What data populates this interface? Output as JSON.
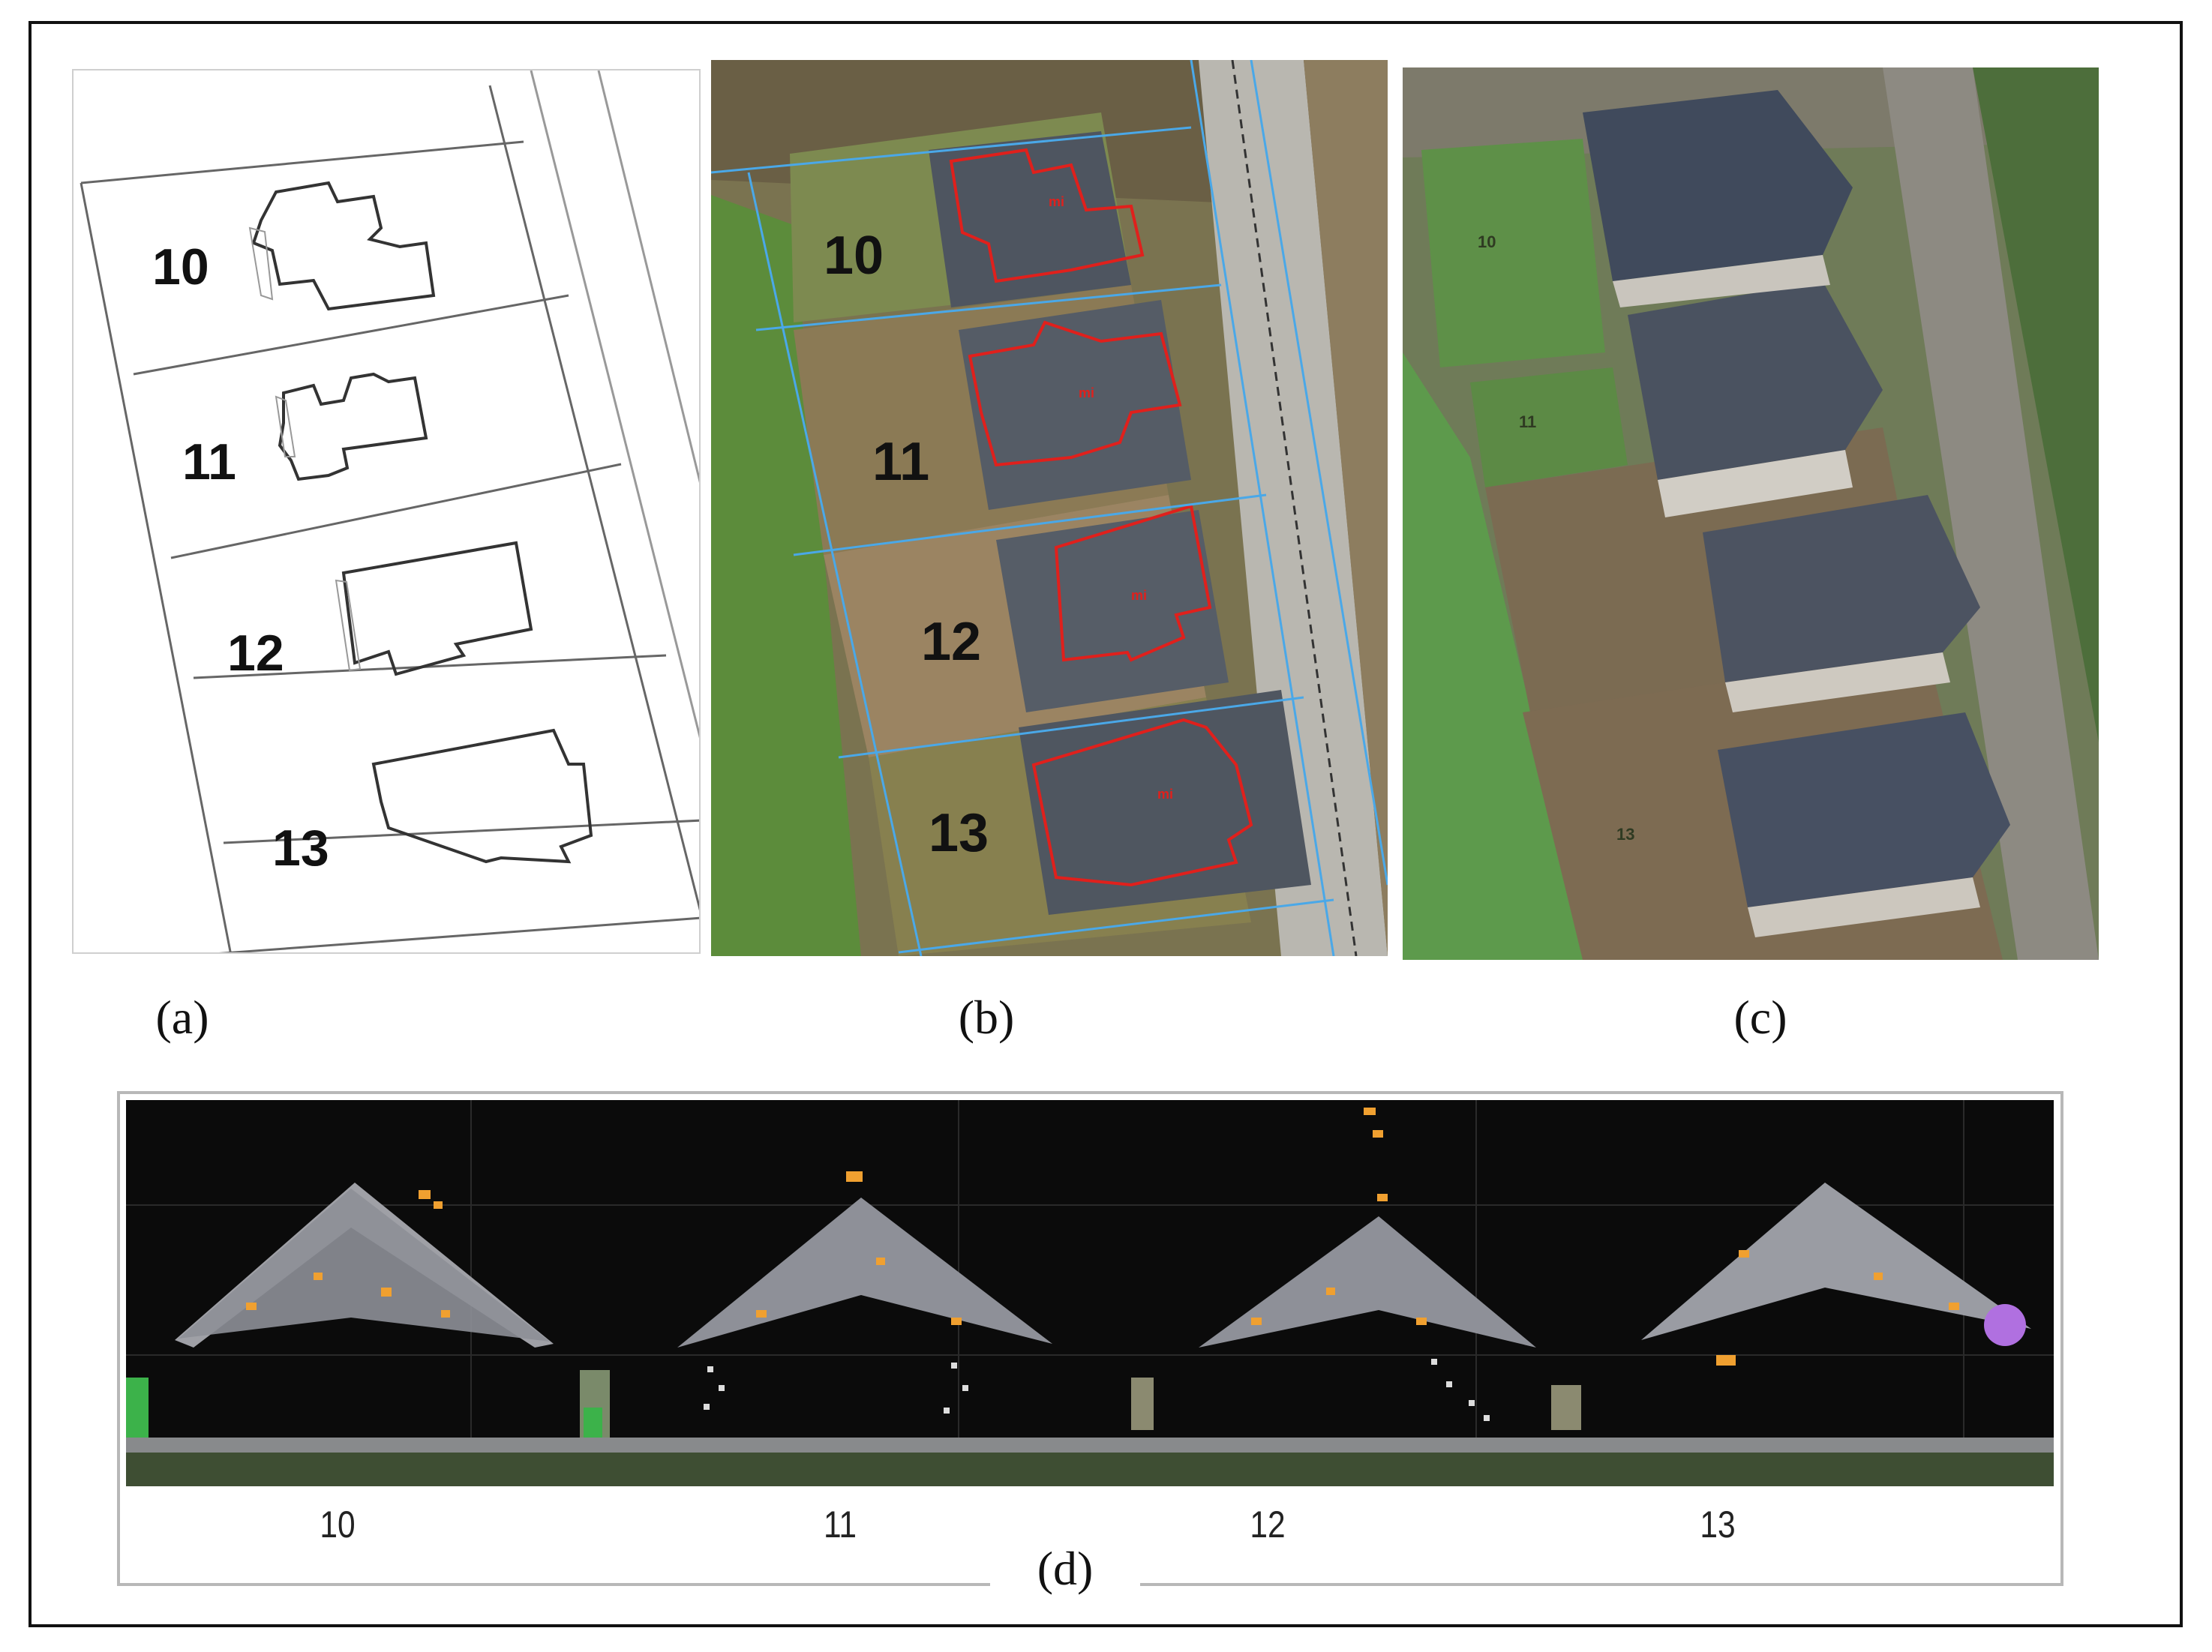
{
  "panels": {
    "a": {
      "caption": "(a)",
      "lots": [
        "10",
        "11",
        "12",
        "13"
      ]
    },
    "b": {
      "caption": "(b)",
      "lots": [
        "10",
        "11",
        "12",
        "13"
      ],
      "roof_marker": "mi"
    },
    "c": {
      "caption": "(c)",
      "lots": [
        "10",
        "11",
        "13"
      ]
    },
    "d": {
      "caption": "(d)",
      "lots": [
        "10",
        "11",
        "12",
        "13"
      ]
    }
  },
  "colors": {
    "parcel_line": "#4aa8e8",
    "building_outline": "#e0201c",
    "point_highlight": "#f0a030",
    "grass": "#5f8f3a",
    "roof": "#4f5660"
  }
}
